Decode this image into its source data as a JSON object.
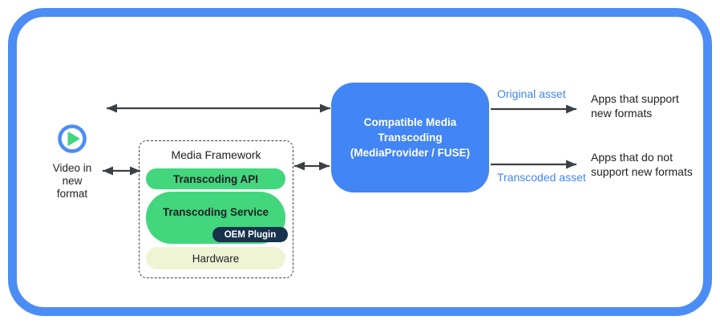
{
  "colors": {
    "frame_blue": "#4C8DF5",
    "transcoder_blue": "#4285F4",
    "pill_green": "#42D67D",
    "oem_navy": "#16324C",
    "hardware_pale_green": "#EFF5D4",
    "arrow_gray": "#3C4043",
    "asset_label_blue": "#4285F4"
  },
  "source": {
    "icon": "play-circle-icon",
    "label": "Video in\nnew\nformat"
  },
  "framework": {
    "title": "Media Framework",
    "api_label": "Transcoding API",
    "service_label": "Transcoding Service",
    "oem_label": "OEM Plugin",
    "hardware_label": "Hardware"
  },
  "transcoder": {
    "label": "Compatible Media\nTranscoding\n(MediaProvider / FUSE)"
  },
  "outputs": {
    "original_label": "Original asset",
    "transcoded_label": "Transcoded asset",
    "apps_support": "Apps that support\nnew formats",
    "apps_not_support": "Apps that do not\nsupport new formats"
  }
}
